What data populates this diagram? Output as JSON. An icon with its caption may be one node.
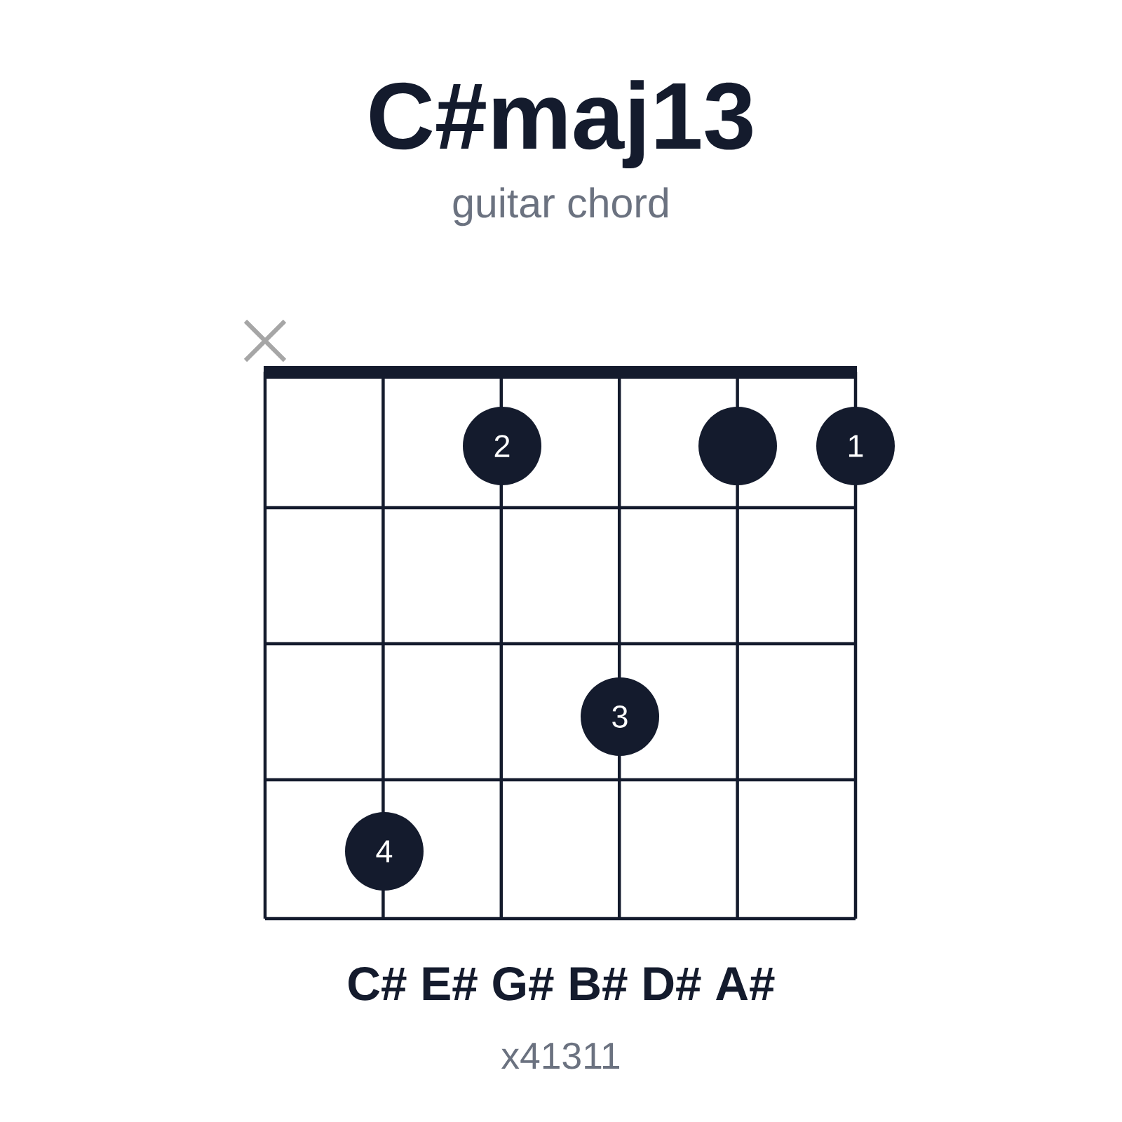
{
  "diagram": {
    "title": "C#maj13",
    "nodes": [
      {
        "text": [
          "2"
        ]
      },
      {
        "text": [],
        "shape": "circle"
      },
      {
        "text": [
          "1"
        ]
      },
      {
        "text": [
          "3"
        ]
      },
      {
        "text": [
          "4"
        ]
      }
    ],
    "labels": [
      "guitar chord",
      "C# E# G# B# D# A#",
      "x41311"
    ]
  }
}
